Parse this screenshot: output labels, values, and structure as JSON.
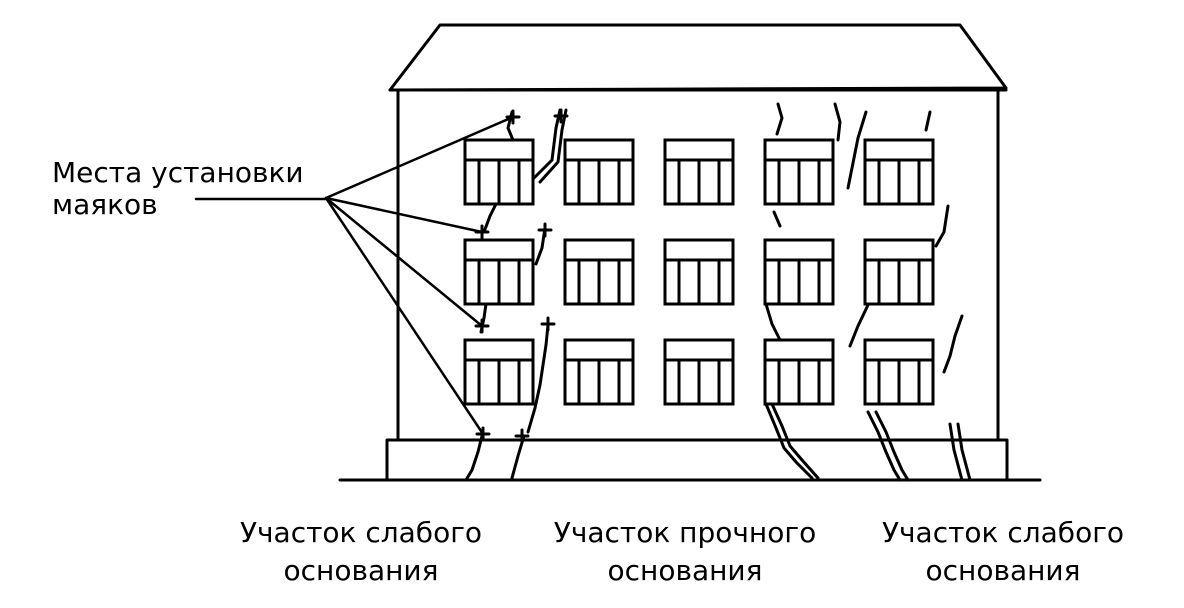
{
  "callout": {
    "line1": "Места установки",
    "line2": "маяков"
  },
  "zones": [
    {
      "title": "Участок слабого",
      "subtitle": "основания"
    },
    {
      "title": "Участок прочного",
      "subtitle": "основания"
    },
    {
      "title": "Участок слабого",
      "subtitle": "основания"
    }
  ],
  "colors": {
    "ink": "#000000",
    "background": "#ffffff"
  }
}
